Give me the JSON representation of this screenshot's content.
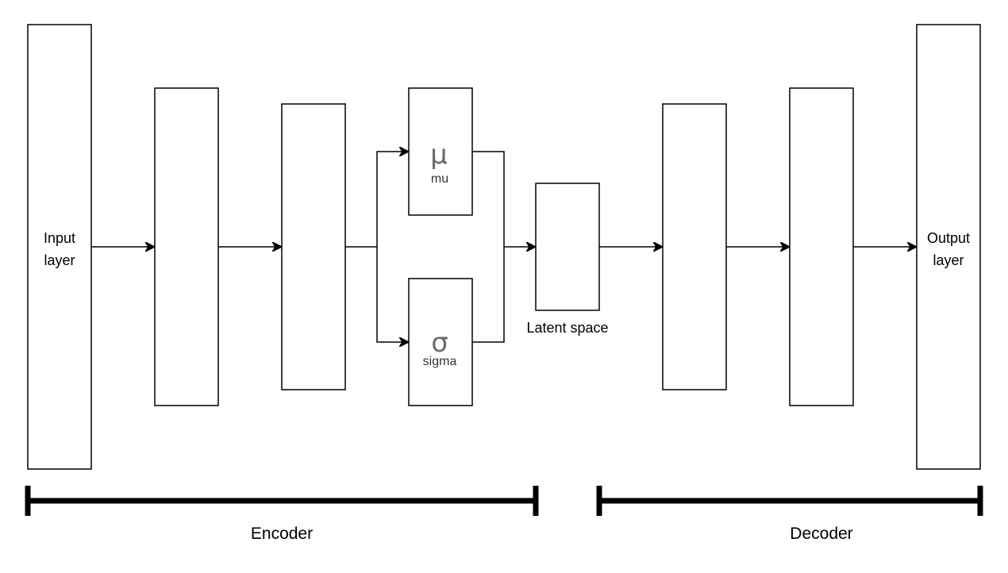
{
  "nodes": {
    "input": {
      "line1": "Input",
      "line2": "layer"
    },
    "output": {
      "line1": "Output",
      "line2": "layer"
    },
    "mu": {
      "symbol": "μ",
      "label": "mu"
    },
    "sigma": {
      "symbol": "σ",
      "label": "sigma"
    },
    "latent": {
      "caption": "Latent space"
    }
  },
  "sections": {
    "encoder": "Encoder",
    "decoder": "Decoder"
  }
}
